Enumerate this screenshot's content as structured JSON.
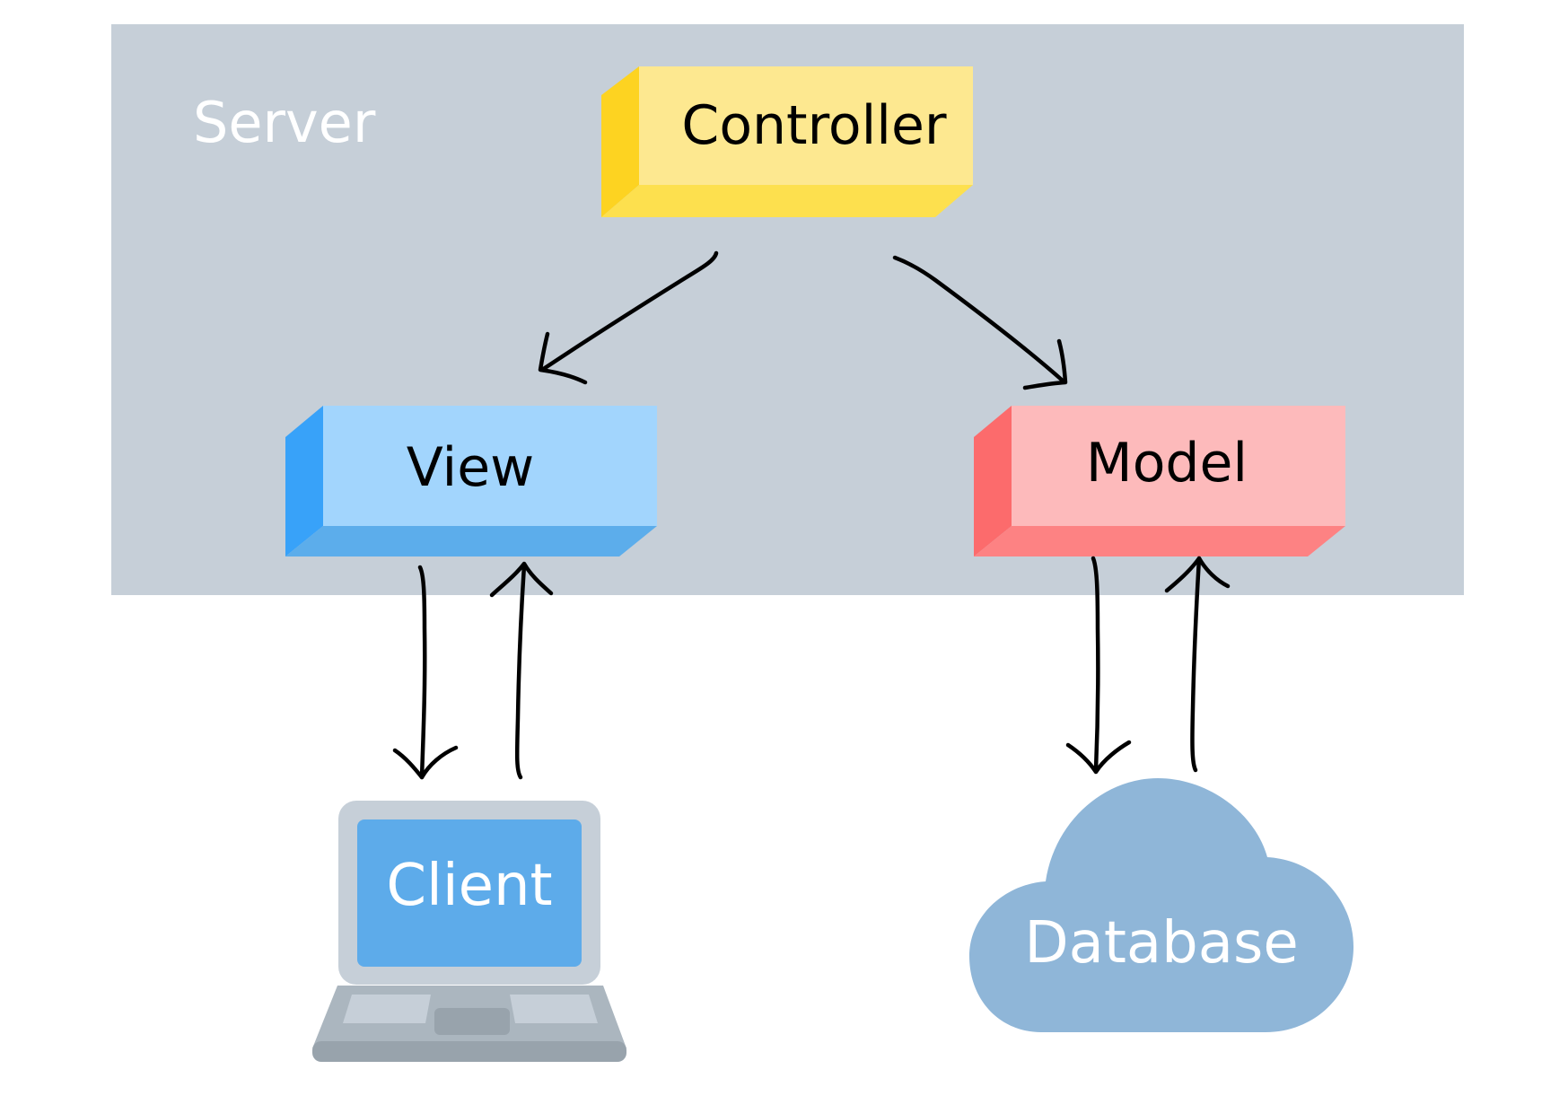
{
  "server": {
    "label": "Server",
    "color": "#C6CFD8"
  },
  "nodes": {
    "controller": {
      "label": "Controller",
      "front": "#FDE890",
      "side": "#FDD321",
      "bottom": "#FDE04E"
    },
    "view": {
      "label": "View",
      "front": "#A2D5FD",
      "side": "#38A2F9",
      "bottom": "#5CADEB"
    },
    "model": {
      "label": "Model",
      "front": "#FDBABB",
      "side": "#FC6B6C",
      "bottom": "#FD8283"
    },
    "client": {
      "label": "Client",
      "screen": "#5DABEA",
      "frame": "#C6CFD8",
      "base": "#ABB6BF"
    },
    "database": {
      "label": "Database",
      "color": "#8FB6D8"
    }
  },
  "edges": [
    {
      "id": "controller-to-view",
      "from": "Controller",
      "to": "View"
    },
    {
      "id": "controller-to-model",
      "from": "Controller",
      "to": "Model"
    },
    {
      "id": "view-to-client",
      "from": "View",
      "to": "Client"
    },
    {
      "id": "client-to-view",
      "from": "Client",
      "to": "View"
    },
    {
      "id": "model-to-database",
      "from": "Model",
      "to": "Database"
    },
    {
      "id": "database-to-model",
      "from": "Database",
      "to": "Model"
    }
  ]
}
